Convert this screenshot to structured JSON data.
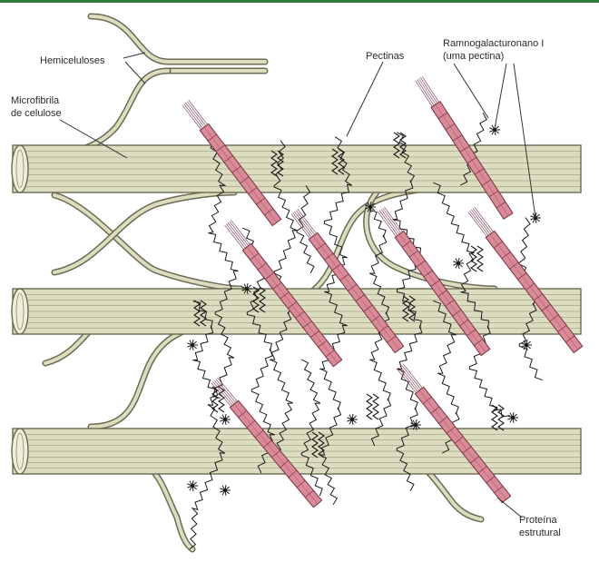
{
  "labels": {
    "hemicelluloses": "Hemiceluloses",
    "microfibril_line1": "Microfibrila",
    "microfibril_line2": "de celulose",
    "pectins": "Pectinas",
    "rhamno_line1": "Ramnogalacturonano I",
    "rhamno_line2": "(uma pectina)",
    "protein_line1": "Proteína",
    "protein_line2": "estrutural"
  },
  "colors": {
    "background": "#ffffff",
    "cellulose_fill": "#dcdcbf",
    "cellulose_line": "#6b6b55",
    "protein_fill": "#d98a98",
    "protein_line": "#7a3340",
    "pectin_line": "#1a1a1a",
    "frame_top": "#2f7d3a"
  },
  "icons": [
    "cellulose-microfibril",
    "hemicellulose-strand",
    "pectin-chain",
    "rhamnogalacturonan-tuft",
    "structural-protein-rod"
  ]
}
